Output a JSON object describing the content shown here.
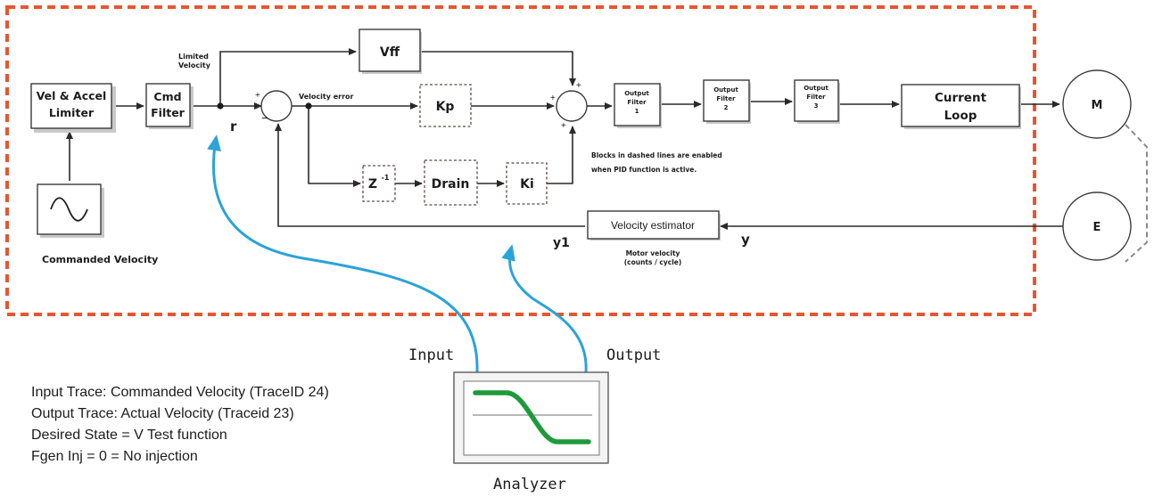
{
  "diagram": {
    "blocks": {
      "vel_accel_limiter": [
        "Vel & Accel",
        "Limiter"
      ],
      "cmd_filter": [
        "Cmd",
        "Filter"
      ],
      "vff": "Vff",
      "kp": "Kp",
      "z_inverse": "Z",
      "z_inverse_exp": "-1",
      "drain": "Drain",
      "ki": "Ki",
      "output_filter_1": [
        "Output",
        "Filter",
        "1"
      ],
      "output_filter_2": [
        "Output",
        "Filter",
        "2"
      ],
      "output_filter_3": [
        "Output",
        "Filter",
        "3"
      ],
      "current_loop": [
        "Current",
        "Loop"
      ],
      "motor": "M",
      "encoder": "E",
      "velocity_estimator": "Velocity estimator"
    },
    "labels": {
      "limited_velocity": [
        "Limited",
        "Velocity"
      ],
      "velocity_error": "Velocity error",
      "r": "r",
      "y1": "y1",
      "y": "y",
      "motor_velocity": [
        "Motor velocity",
        "(counts / cycle)"
      ],
      "commanded_velocity": "Commanded Velocity",
      "note": [
        "Blocks in dashed lines are enabled",
        "when PID function is active."
      ]
    },
    "signs": {
      "plus": "+",
      "minus": "−"
    }
  },
  "analyzer": {
    "input_label": "Input",
    "output_label": "Output",
    "caption": "Analyzer"
  },
  "info_lines": [
    "Input Trace: Commanded Velocity (TraceID 24)",
    "Output Trace: Actual Velocity (Traceid 23)",
    "Desired State = V Test function",
    "Fgen Inj = 0 = No injection"
  ],
  "colors": {
    "border_dash": "#e8552e",
    "arrow_blue": "#2aa3d8",
    "trace_green": "#1e9a3a"
  }
}
